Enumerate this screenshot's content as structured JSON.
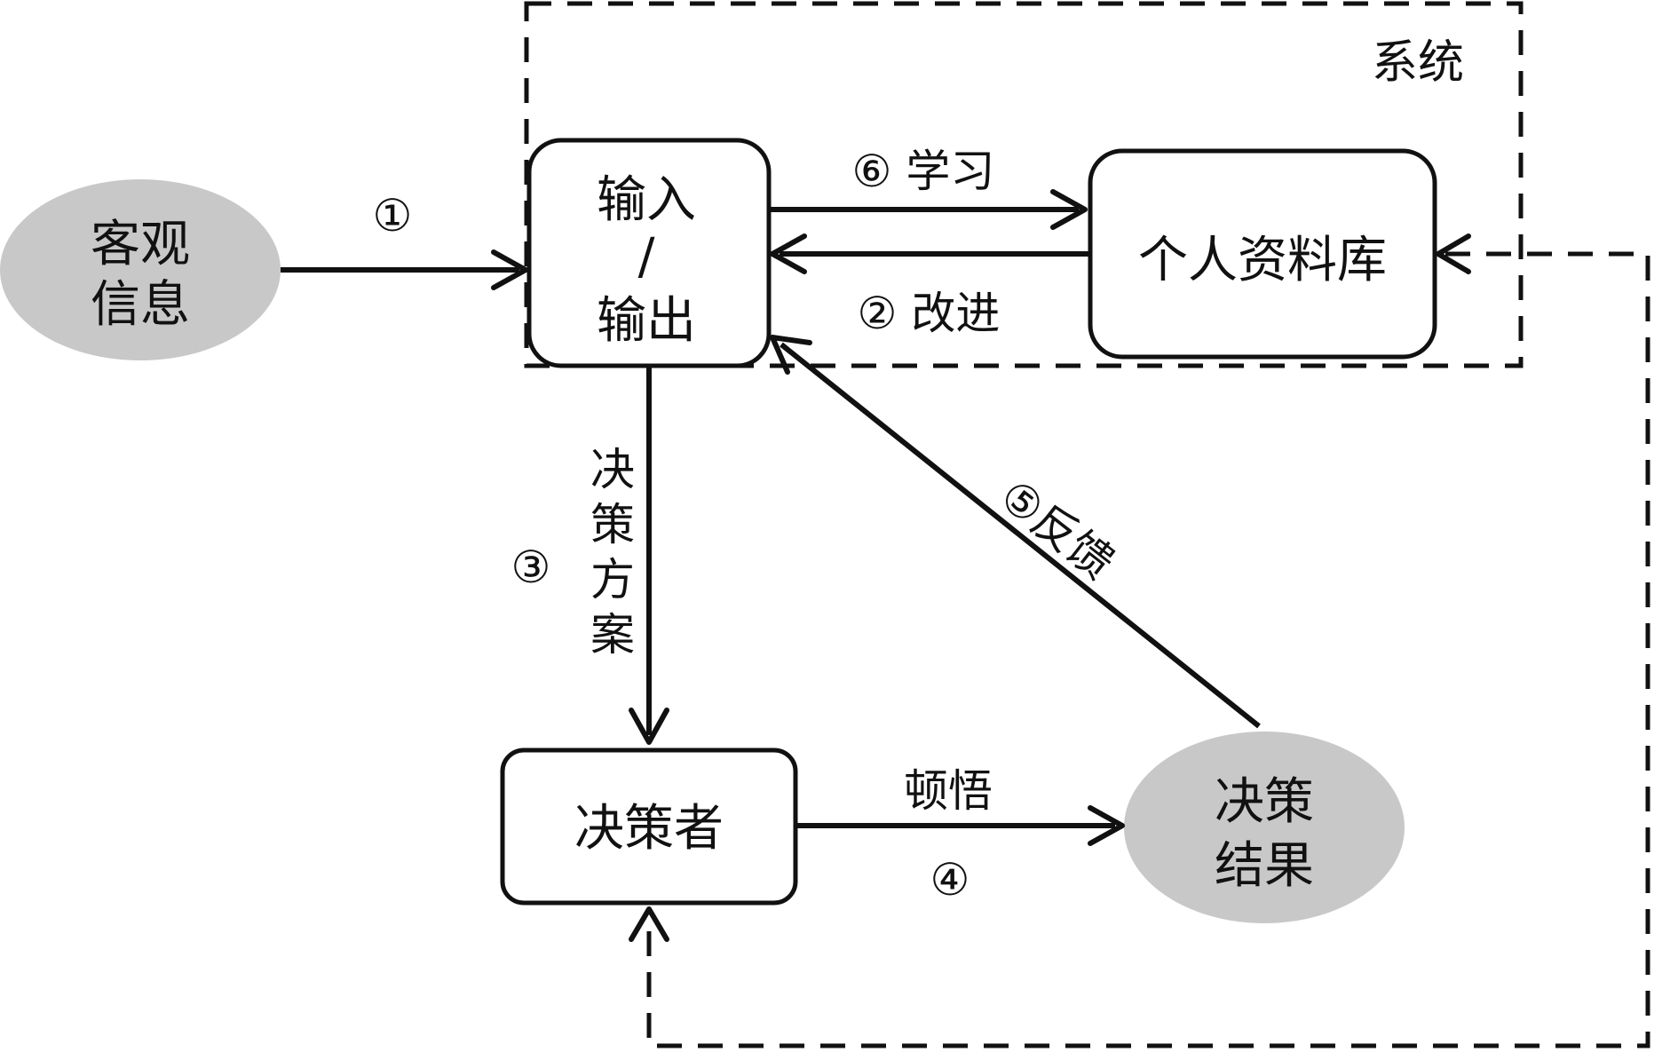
{
  "colors": {
    "line": "#111111",
    "oval_fill": "#c8c8c8",
    "box_fill": "#ffffff"
  },
  "system": {
    "label": "系统"
  },
  "nodes": {
    "objective_info": {
      "line1": "客观",
      "line2": "信息"
    },
    "io_box": {
      "line1": "输入",
      "line2": "/",
      "line3": "输出"
    },
    "profile_db": {
      "label": "个人资料库"
    },
    "decision_maker": {
      "label": "决策者"
    },
    "decision_result": {
      "line1": "决策",
      "line2": "结果"
    }
  },
  "edges": {
    "step1": {
      "label": "①"
    },
    "step2": {
      "label": "② 改进"
    },
    "step3": {
      "number": "③",
      "chars": [
        "决",
        "策",
        "方",
        "案"
      ]
    },
    "step4": {
      "number": "④",
      "label": "顿悟"
    },
    "step5": {
      "label": "⑤反馈"
    },
    "step6": {
      "label": "⑥ 学习"
    }
  }
}
